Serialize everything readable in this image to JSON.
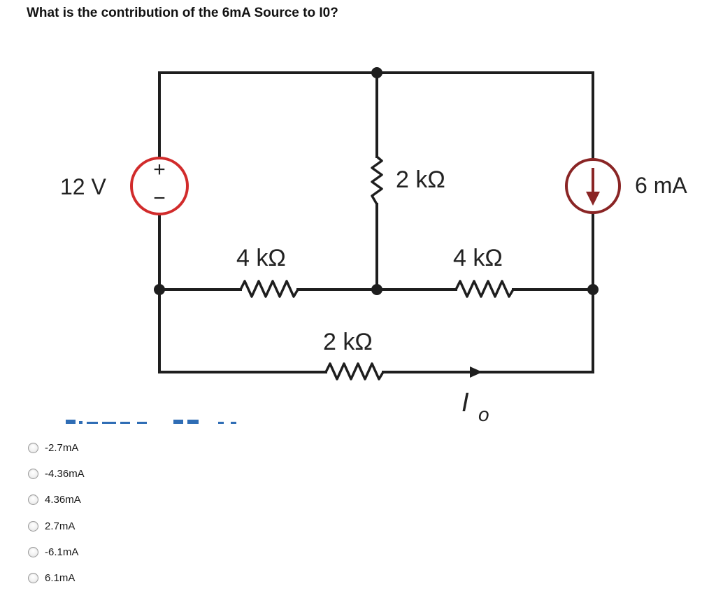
{
  "question": {
    "text": "What is the contribution of the 6mA Source to I0?"
  },
  "circuit": {
    "voltage_source_label": "12 V",
    "voltage_source_plus": "+",
    "voltage_source_minus": "−",
    "current_source_label": "6 mA",
    "resistor_top_middle_label": "2 kΩ",
    "resistor_left_label": "4 kΩ",
    "resistor_right_label": "4 kΩ",
    "resistor_bottom_label": "2 kΩ",
    "current_main_symbol": "I",
    "current_sub_symbol": "o",
    "colors": {
      "voltage_source": "#d12b2b",
      "current_source": "#8a2525",
      "wire": "#1e1e1e"
    }
  },
  "options": [
    {
      "label": "-2.7mA"
    },
    {
      "label": "-4.36mA"
    },
    {
      "label": "4.36mA"
    },
    {
      "label": "2.7mA"
    },
    {
      "label": "-6.1mA"
    },
    {
      "label": "6.1mA"
    }
  ]
}
